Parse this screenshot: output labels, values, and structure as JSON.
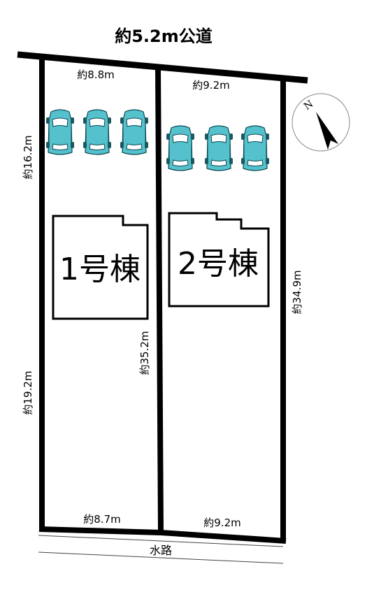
{
  "road": {
    "label": "約5.2m公道"
  },
  "lots": [
    {
      "building_label": "1号棟",
      "front_width": "約8.8m",
      "rear_width": "約8.7m",
      "left_depth_front": "約16.2m",
      "left_depth_rear": "約19.2m",
      "right_depth": "約35.2m",
      "parking_spaces": 3
    },
    {
      "building_label": "2号棟",
      "front_width": "約9.2m",
      "rear_width": "約9.2m",
      "right_depth": "約34.9m",
      "parking_spaces": 3
    }
  ],
  "waterway": {
    "label": "水路"
  },
  "compass": {
    "label": "N"
  },
  "colors": {
    "car": "#55c1cc",
    "line": "#000000"
  }
}
